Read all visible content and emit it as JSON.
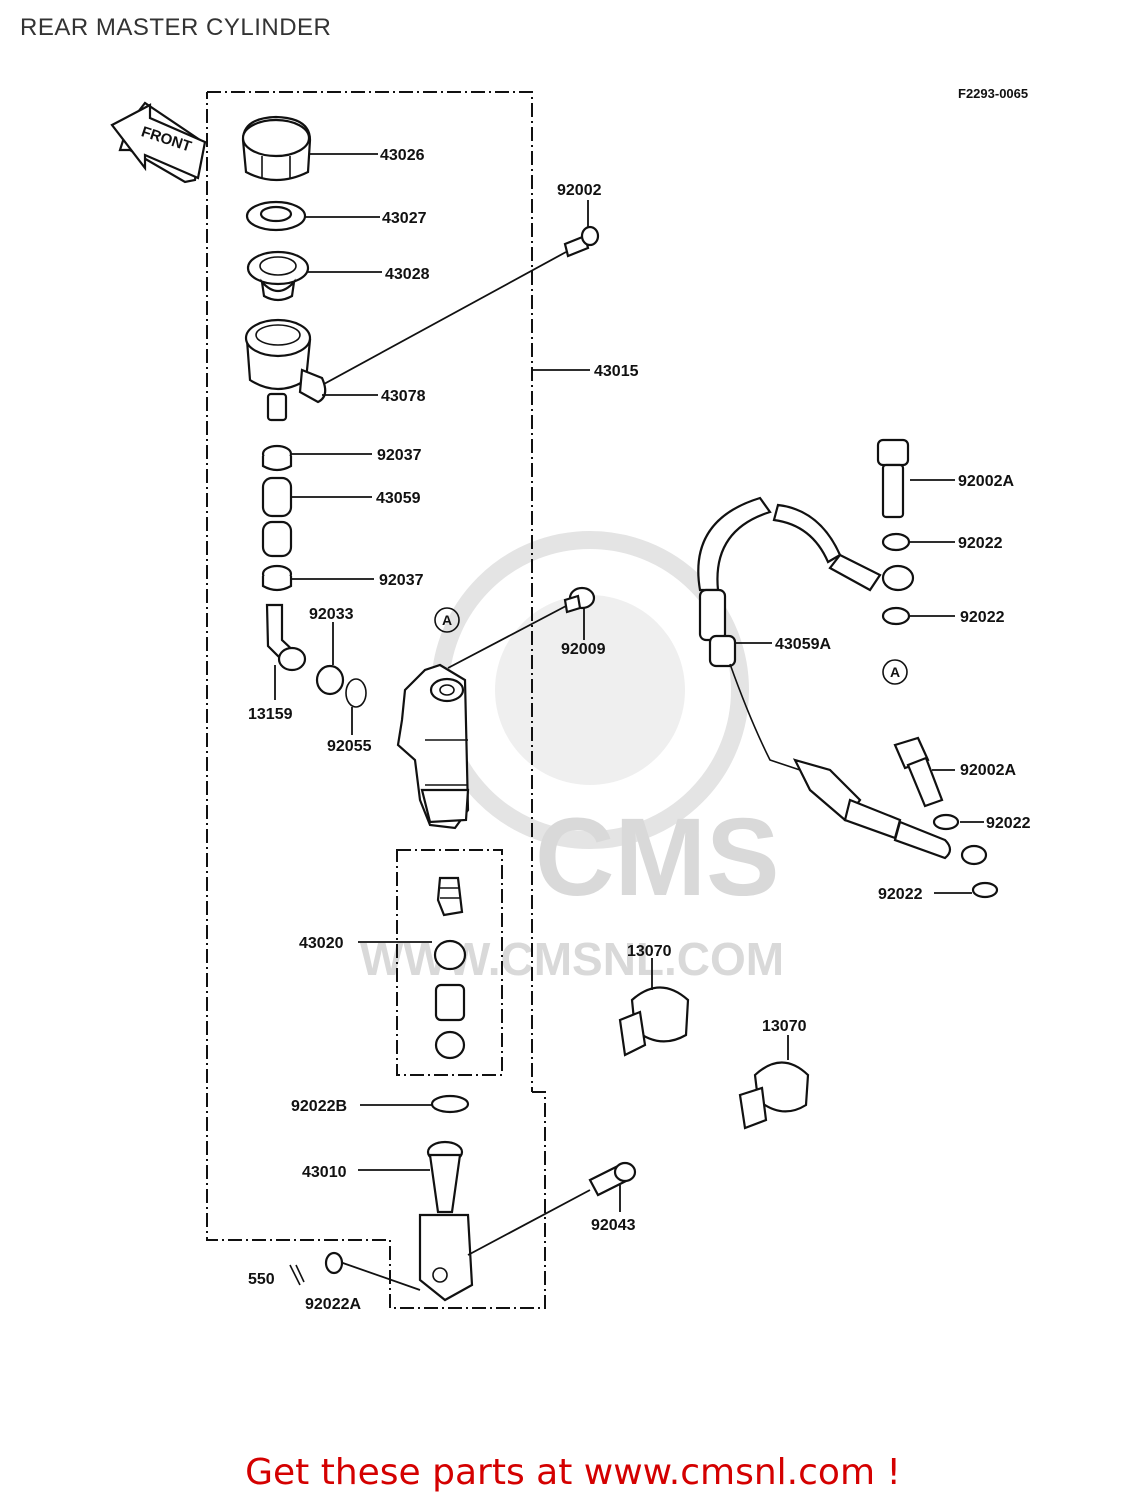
{
  "page": {
    "title": "REAR MASTER CYLINDER",
    "figure_ref": "F2293-0065",
    "direction_label": "FRONT",
    "reference_marker": "A"
  },
  "watermark": {
    "brand": "CMS",
    "url": "WWW.CMSNL.COM"
  },
  "parts": {
    "p43026": "43026",
    "p43027": "43027",
    "p43028": "43028",
    "p43078": "43078",
    "p92002": "92002",
    "p43015": "43015",
    "p92037a": "92037",
    "p43059": "43059",
    "p92037b": "92037",
    "p92033": "92033",
    "p13159": "13159",
    "p92055": "92055",
    "p92009": "92009",
    "p43020": "43020",
    "p92022B": "92022B",
    "p43010": "43010",
    "p550": "550",
    "p92022A": "92022A",
    "p92043": "92043",
    "p13070a": "13070",
    "p13070b": "13070",
    "p92002A1": "92002A",
    "p92022_1": "92022",
    "p92022_2": "92022",
    "p43059A": "43059A",
    "p92002A2": "92002A",
    "p92022_3": "92022",
    "p92022_4": "92022"
  },
  "footer": {
    "cta": "Get these parts at www.cmsnl.com !"
  },
  "colors": {
    "cta": "#d40000",
    "ink": "#111111",
    "watermark": "#d9d9d9"
  }
}
